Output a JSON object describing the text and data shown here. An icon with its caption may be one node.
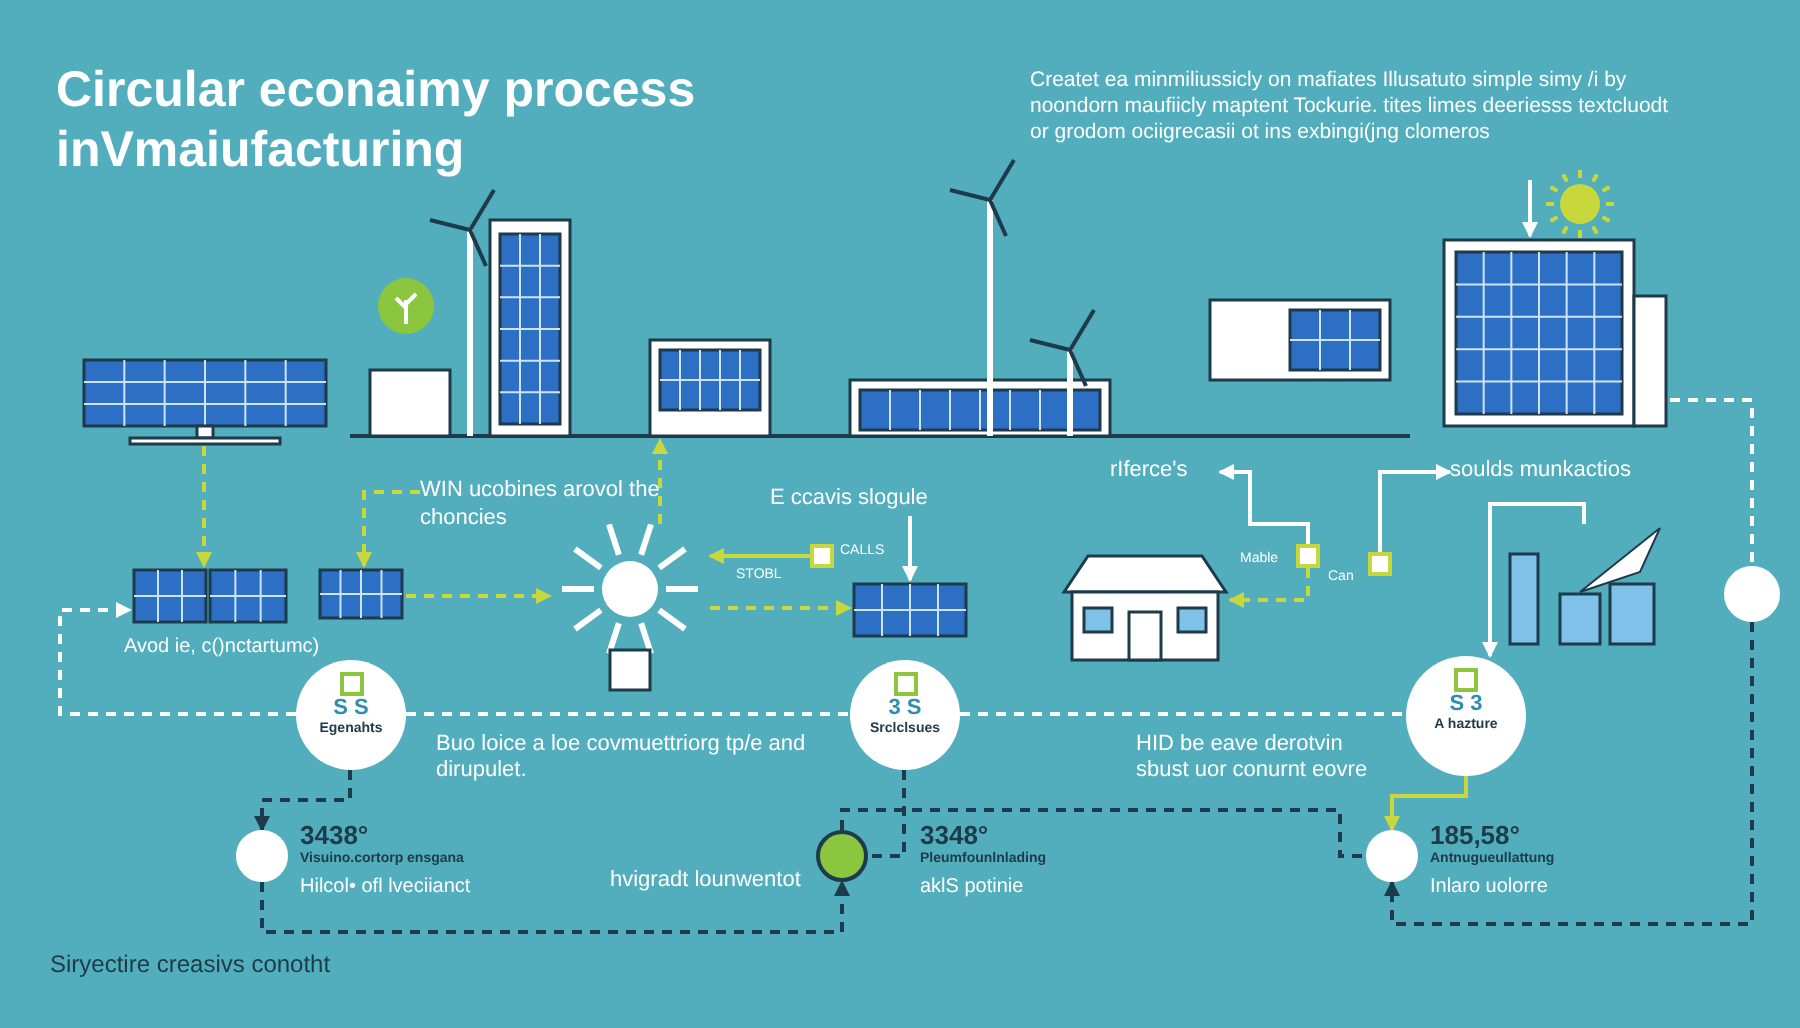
{
  "diagram": {
    "title": "Circular econaimy process inVmaiufacturing",
    "nodes": [
      {
        "text": [],
        "shape": "picture"
      },
      {
        "text": [],
        "shape": "picture"
      },
      {
        "text": [
          "Createt ea minmiliussicly on mafiates Illusatuto simple simy /i by noondorn maufiicly maptent Tockurie. tites limes deeriesss textcluodt or grodom ociigrecasii ot ins exbingi(jng clomeros"
        ]
      },
      {
        "text": [],
        "shape": "picture"
      },
      {
        "text": [
          "WIN ucobines arovol the choncies"
        ]
      },
      {
        "text": [
          "E ccavis slogule"
        ]
      },
      {
        "text": [
          "rIferce's"
        ]
      },
      {
        "text": [
          "soulds munkactios"
        ]
      },
      {
        "text": [],
        "shape": "picture",
        "beside": [
          "Avod ie, c()nctartumc)"
        ]
      },
      {
        "text": [],
        "shape": "picture"
      },
      {
        "text": [],
        "shape": "picture"
      },
      {
        "text": [],
        "shape": "box"
      },
      {
        "text": [],
        "shape": "picture"
      },
      {
        "text": [],
        "shape": "picture"
      },
      {
        "text": [],
        "shape": "box"
      },
      {
        "text": [],
        "shape": "box"
      },
      {
        "text": [],
        "shape": "picture"
      },
      {
        "text": [],
        "shape": "circle"
      },
      {
        "text": [
          "S S",
          "Egenahts"
        ]
      },
      {
        "text": [
          "3 S",
          "Srclclsues"
        ]
      },
      {
        "text": [
          "S 3",
          "A hazture"
        ]
      },
      {
        "text": [],
        "shape": "circle",
        "beside": [
          "3438°",
          "Visuino.cortorp ensgana",
          "Hilcol• ofl lveciianct"
        ]
      },
      {
        "text": [],
        "shape": "circle",
        "beside": [
          "3348°",
          "Pleumfounlnlading",
          "aklS potinie"
        ]
      },
      {
        "text": [],
        "shape": "circle",
        "beside": [
          "185,58°",
          "Antnugueullattung",
          "Inlaro uolorre"
        ]
      }
    ],
    "edges": [
      {
        "from": 0,
        "to": 8,
        "arrow": "to",
        "style": "dashed",
        "color": "#c8d83c"
      },
      {
        "from": 4,
        "to": 9,
        "arrow": "to",
        "style": "dashed",
        "color": "#c8d83c"
      },
      {
        "from": 9,
        "to": 10,
        "arrow": "to",
        "style": "dashed",
        "color": "#c8d83c"
      },
      {
        "from": 10,
        "to": 1,
        "arrow": "to",
        "style": "dashed",
        "color": "#c8d83c"
      },
      {
        "from": 10,
        "to": 12,
        "arrow": "to",
        "style": "dashed",
        "color": "#c8d83c"
      },
      {
        "from": 11,
        "to": 10,
        "arrow": "to",
        "color": "#c8d83c"
      },
      {
        "from": 5,
        "to": 12,
        "arrow": "to"
      },
      {
        "from": 2,
        "to": 3,
        "arrow": "to"
      },
      {
        "from": 14,
        "to": 6,
        "arrow": "to"
      },
      {
        "from": 15,
        "to": 7,
        "arrow": "to"
      },
      {
        "from": 14,
        "to": 13,
        "arrow": "to",
        "style": "dashed",
        "color": "#c8d83c"
      },
      {
        "from": 16,
        "to": 20,
        "arrow": "to"
      },
      {
        "from": 18,
        "to": 8,
        "arrow": "to",
        "style": "dashed"
      },
      {
        "from": 18,
        "to": 19,
        "arrow": "none",
        "style": "dashed"
      },
      {
        "from": 19,
        "to": 20,
        "arrow": "none",
        "style": "dashed"
      },
      {
        "from": 3,
        "to": 17,
        "arrow": "none",
        "style": "dashed"
      },
      {
        "from": 17,
        "to": 23,
        "arrow": "to",
        "style": "dashed",
        "color": "#1d3b4a"
      },
      {
        "from": 18,
        "to": 21,
        "arrow": "to",
        "style": "dashed",
        "color": "#1d3b4a"
      },
      {
        "from": 21,
        "to": 22,
        "arrow": "to",
        "style": "dashed",
        "color": "#1d3b4a"
      },
      {
        "from": 22,
        "to": 23,
        "arrow": "none",
        "style": "dashed",
        "color": "#1d3b4a"
      },
      {
        "from": 20,
        "to": 23,
        "arrow": "to",
        "color": "#c8d83c"
      },
      {
        "from": 19,
        "to": 22,
        "arrow": "none",
        "style": "dashed",
        "color": "#1d3b4a"
      }
    ],
    "labels": [
      "STOBL",
      "CALLS",
      "Mable",
      "Can",
      "Buo loice a loe covmuettriorg tp/e and dirupulet.",
      "HID be eave derotvin sbust uor conurnt eovre",
      "hvigradt lounwentot",
      "Siryectire creasivs conotht"
    ]
  }
}
